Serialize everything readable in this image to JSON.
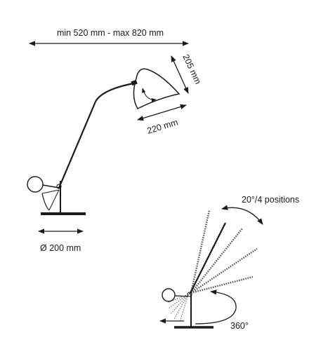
{
  "dimensions": {
    "reach": "min 520 mm - max 820 mm",
    "shade_height": "205 mm",
    "shade_width": "220 mm",
    "base_diameter": "Ø 200 mm",
    "tilt": "20°/4 positions",
    "rotation": "360°"
  },
  "colors": {
    "line": "#1a1a1a",
    "dotted": "#555555",
    "background": "#ffffff"
  }
}
